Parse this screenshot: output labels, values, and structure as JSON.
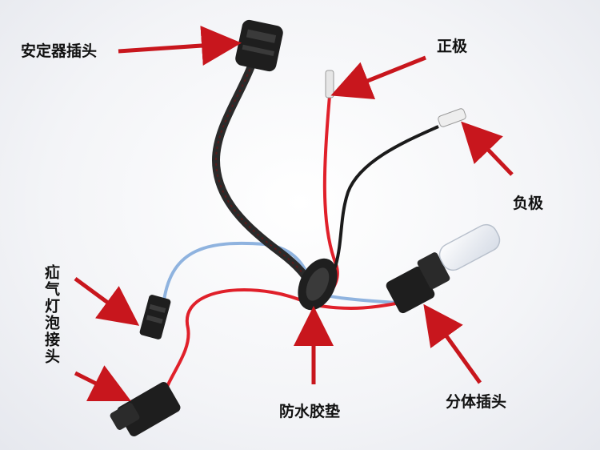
{
  "labels": {
    "ballast_plug": "安定器插头",
    "positive": "正极",
    "negative": "负极",
    "bulb_connector": "疝气灯泡接头",
    "waterproof_grommet": "防水胶垫",
    "split_plug": "分体插头"
  },
  "colors": {
    "arrow": "#c8161d",
    "red_wire": "#e0202a",
    "black_wire": "#1b1b1b",
    "blue_wire": "#8fb3df",
    "connector": "#1e1e1e"
  }
}
